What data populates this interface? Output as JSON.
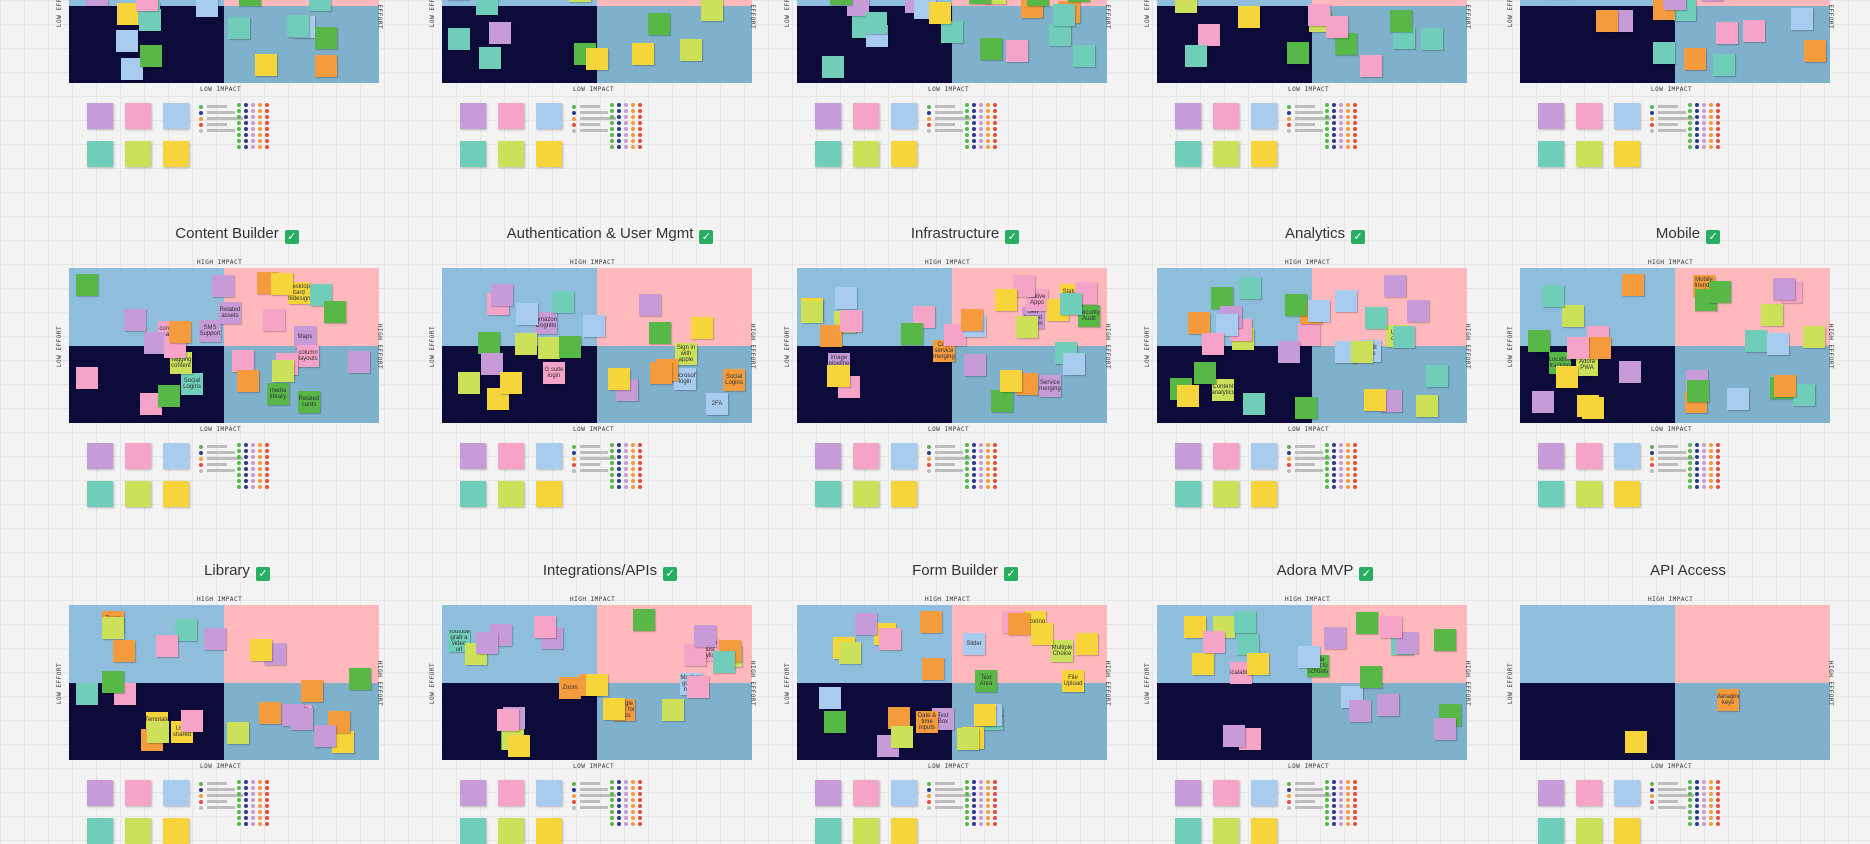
{
  "colors": {
    "purple": "#c79ad8",
    "pink": "#f5a3c7",
    "blue": "#a8cbf0",
    "teal": "#6fcdb9",
    "lime": "#cde05a",
    "yellow": "#f6d53b",
    "orange": "#f49b3d",
    "green": "#57b847",
    "navy": "#2a3b8f",
    "red": "#e74c3c",
    "grey": "#bdbdbd",
    "high_low_effort": "#8fbedc",
    "high_high_effort": "#ffb9bd",
    "low_low_effort": "#0d0b3a",
    "low_high_effort": "#7fb0cc"
  },
  "axis": {
    "high_impact": "HIGH IMPACT",
    "low_impact": "LOW IMPACT",
    "low_effort": "LOW EFFORT",
    "high_effort": "HIGH EFFORT"
  },
  "sections": [
    {
      "title": "",
      "check": ""
    },
    {
      "title": "",
      "check": ""
    },
    {
      "title": "",
      "check": ""
    },
    {
      "title": "",
      "check": ""
    },
    {
      "title": "",
      "check": ""
    },
    {
      "title": "Content Builder",
      "check": "✓",
      "notes": [
        "Maps",
        "Desktop card redesign",
        "Related cards",
        "contact card",
        "media library",
        "Social Logins",
        "column layouts",
        "Tagging content",
        "SMS Support",
        "Related assets"
      ]
    },
    {
      "title": "Authentication & User Mgmt",
      "check": "✓",
      "notes": [
        "2FA",
        "Amazon Cognito",
        "Social Logins",
        "G suite login",
        "Sign in with apple",
        "Microsoft login"
      ]
    },
    {
      "title": "Infrastructure",
      "check": "✓",
      "notes": [
        "FF image pipeline missing FF",
        "Security Audit",
        "Self hosted version",
        "Status Page",
        "Native Apps",
        "Service merging",
        "Core service merging"
      ]
    },
    {
      "title": "Analytics",
      "check": "✓",
      "notes": [
        "User data",
        "Content analytics",
        "Audit logs"
      ]
    },
    {
      "title": "Mobile",
      "check": "✓",
      "notes": [
        "Adora PWA",
        "Location tracking",
        "Mobile friendly UI"
      ]
    },
    {
      "title": "Library",
      "check": "✓",
      "notes": [
        "Team share",
        "Third party templates",
        "User shared",
        "Template library"
      ]
    },
    {
      "title": "Integrations/APIs",
      "check": "✓",
      "notes": [
        "Maps",
        "Zoom",
        "Mapbox google maps",
        "Spotify (post playlist)",
        "Youtube grab a video url",
        "google drive for docs"
      ]
    },
    {
      "title": "Form Builder",
      "check": "✓",
      "notes": [
        "Slider",
        "File Upload",
        "Text Box",
        "Text Area",
        "Scoring",
        "Date & time inputs",
        "Multiple Choice",
        "Success pages"
      ]
    },
    {
      "title": "Adora MVP",
      "check": "✓",
      "notes": [
        "Data back to schools",
        "Scalability"
      ]
    },
    {
      "title": "API Access",
      "check": "",
      "notes": [
        "Managing keys"
      ]
    }
  ]
}
